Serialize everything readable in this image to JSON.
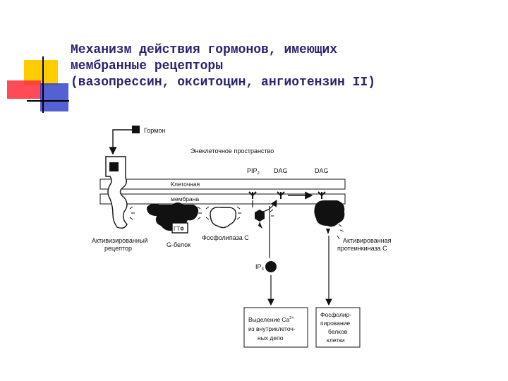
{
  "slide": {
    "title_lines": [
      "Механизм действия гормонов, имеющих",
      "мембранные рецепторы",
      "(вазопрессин, окситоцин, ангиотензин II)"
    ]
  },
  "colors": {
    "title": "#2a2370",
    "deco_yellow": "#ffcc00",
    "deco_red": "#ff2b3a",
    "deco_blue": "#2a38c8",
    "deco_line": "#000000"
  },
  "diagram": {
    "hormone": "Гормон",
    "extracellular": "Энеклеточное пространство",
    "pip2": "PIP",
    "pip2_sub": "2",
    "dag1": "DAG",
    "dag2": "DAG",
    "membrane_line1": "Клеточная",
    "membrane_line2": "мембрана",
    "gtp": "ГТФ",
    "g_protein": "G-белок",
    "phospholipase": "Фосфолипаза С",
    "activated_receptor_line1": "Активизированный",
    "activated_receptor_line2": "рецептор",
    "activated_kinase_line1": "Активированная",
    "activated_kinase_line2": "протеинкиназа С",
    "ip3": "IP",
    "ip3_sub": "3",
    "ca_box": [
      "Выделение Ca",
      "из внутриклеточ-",
      "ных депо"
    ],
    "ca_sup": "2+",
    "phos_box": [
      "Фосфолир-",
      "пирование",
      "белков",
      "клетки"
    ]
  }
}
